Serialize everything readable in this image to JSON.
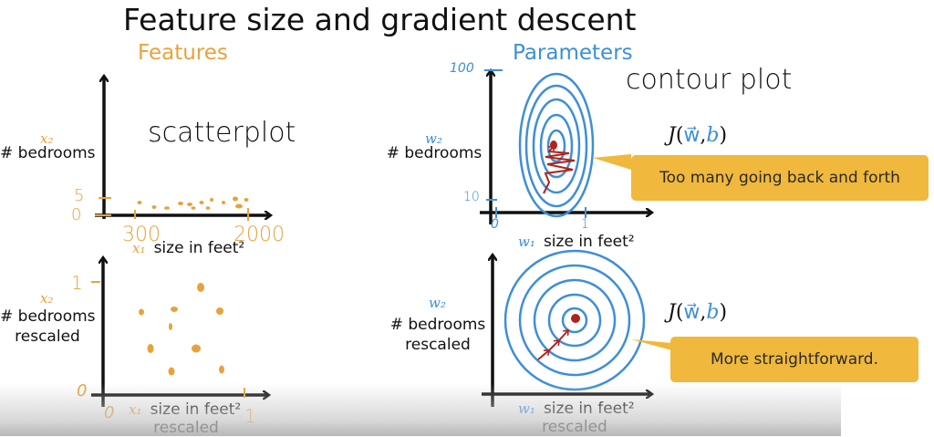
{
  "slide": {
    "title": "Feature size and gradient descent",
    "features_heading": "Features",
    "parameters_heading": "Parameters",
    "colors": {
      "features": "#e8a23c",
      "parameters": "#3d8fd6",
      "path": "#b0231c",
      "callout": "#f0b83c"
    }
  },
  "features_top": {
    "annotation": "scatterplot",
    "y_var": "x₂",
    "y_label": "# bedrooms",
    "x_var": "x₁",
    "x_label": "size in feet²",
    "y_ticks": [
      "5",
      "0"
    ],
    "x_ticks": [
      "300",
      "2000"
    ]
  },
  "features_bottom": {
    "y_var": "x₂",
    "y_label_line1": "# bedrooms",
    "y_label_line2": "rescaled",
    "x_var": "x₁",
    "x_label_line1": "size in feet²",
    "x_label_line2": "rescaled",
    "y_ticks": [
      "1",
      "0"
    ],
    "x_ticks": [
      "0",
      "1"
    ]
  },
  "params_top": {
    "annotation": "contour plot",
    "y_var": "w₂",
    "y_label": "# bedrooms",
    "x_var": "w₁",
    "x_label": "size in feet²",
    "y_ticks": [
      "100",
      "10"
    ],
    "x_ticks": [
      "0",
      "1"
    ],
    "cost_fn": {
      "J": "J",
      "open": "(",
      "w": "w⃗",
      "comma": ",",
      "b": "b",
      "close": ")"
    },
    "callout": "Too many going back and forth"
  },
  "params_bottom": {
    "y_var": "w₂",
    "y_label_line1": "# bedrooms",
    "y_label_line2": "rescaled",
    "x_var": "w₁",
    "x_label_line1": "size in feet²",
    "x_label_line2": "rescaled",
    "cost_fn": {
      "J": "J",
      "open": "(",
      "w": "w⃗",
      "comma": ",",
      "b": "b",
      "close": ")"
    },
    "callout": "More straightforward."
  }
}
